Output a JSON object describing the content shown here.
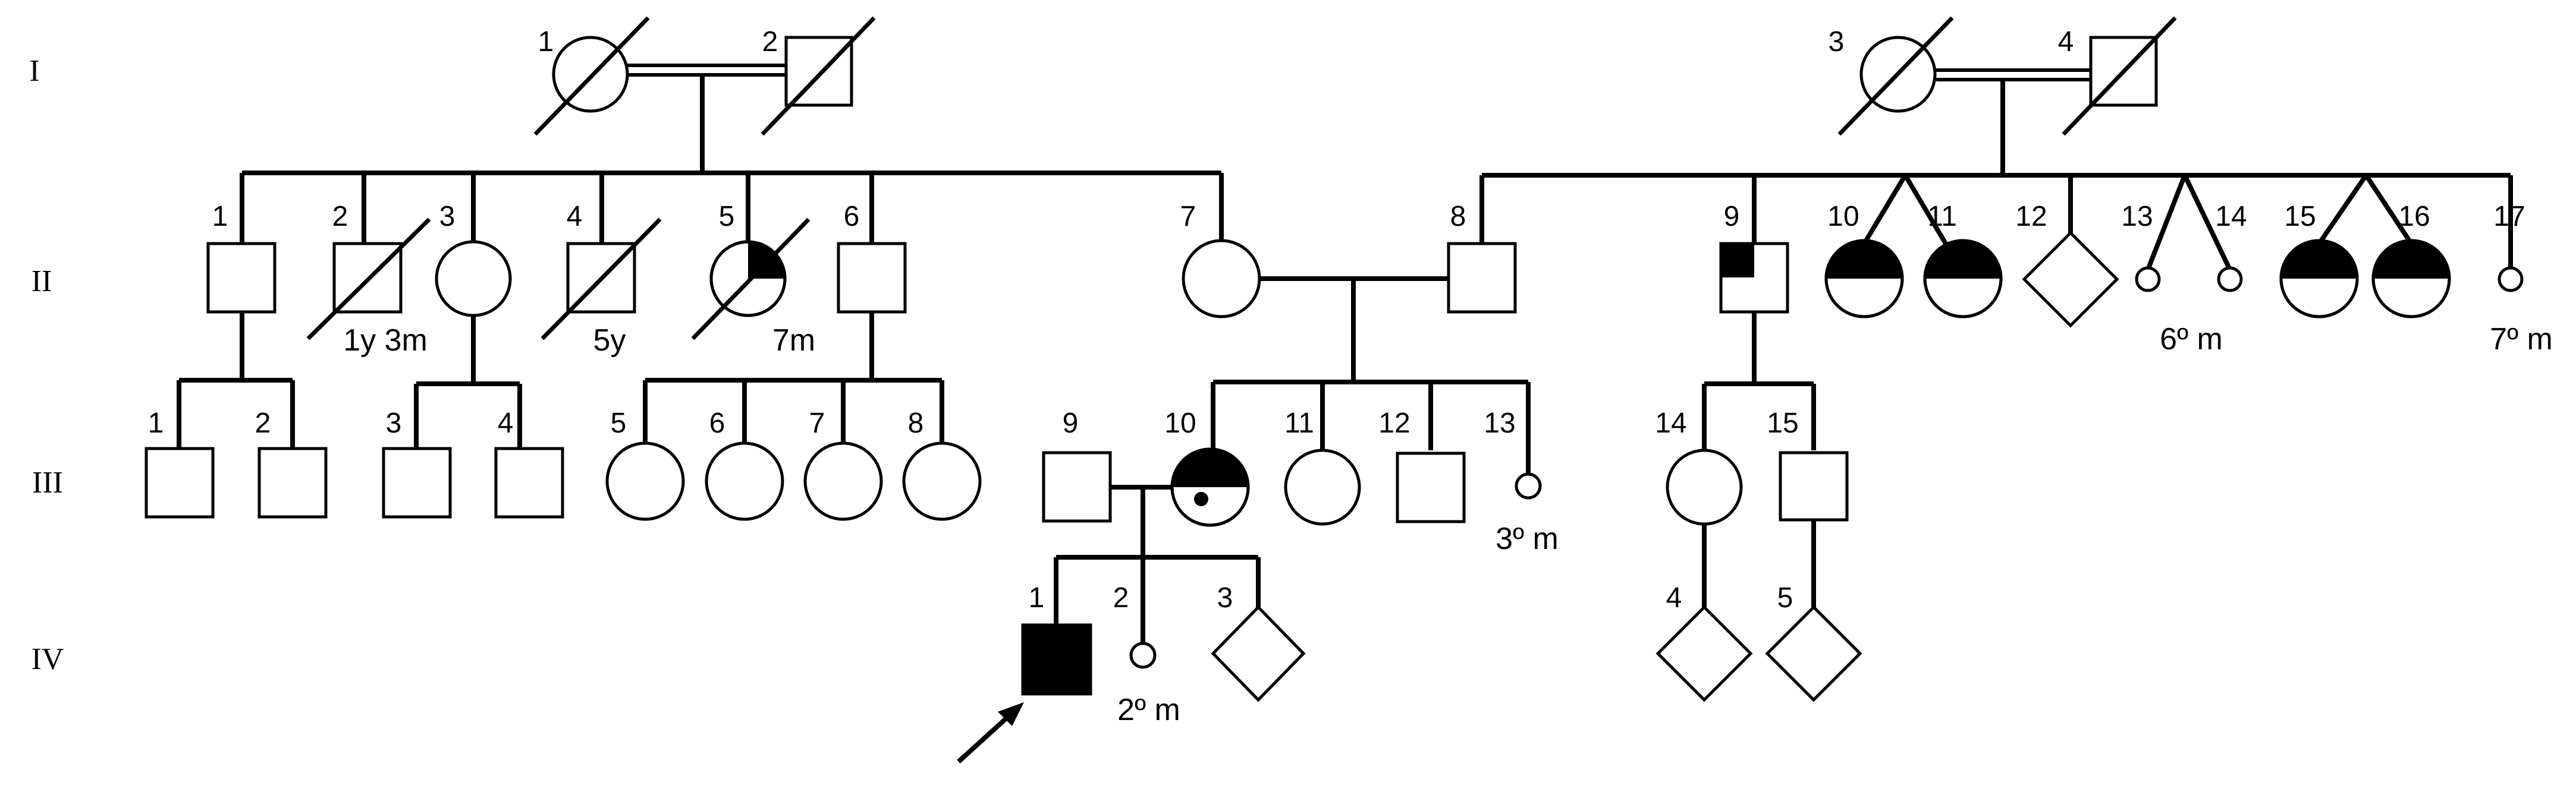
{
  "generations": [
    "I",
    "II",
    "III",
    "IV"
  ],
  "individuals": {
    "I-1": {
      "number": "1",
      "sex": "female",
      "deceased": true
    },
    "I-2": {
      "number": "2",
      "sex": "male",
      "deceased": true
    },
    "I-3": {
      "number": "3",
      "sex": "female",
      "deceased": true
    },
    "I-4": {
      "number": "4",
      "sex": "male",
      "deceased": true
    },
    "II-1": {
      "number": "1",
      "sex": "male"
    },
    "II-2": {
      "number": "2",
      "sex": "male",
      "deceased": true,
      "note": "1y 3m"
    },
    "II-3": {
      "number": "3",
      "sex": "female"
    },
    "II-4": {
      "number": "4",
      "sex": "male",
      "deceased": true,
      "note": "5y"
    },
    "II-5": {
      "number": "5",
      "sex": "female",
      "deceased": true,
      "shading": "upper-right quarter",
      "note": "7m"
    },
    "II-6": {
      "number": "6",
      "sex": "male"
    },
    "II-7": {
      "number": "7",
      "sex": "female"
    },
    "II-8": {
      "number": "8",
      "sex": "male"
    },
    "II-9": {
      "number": "9",
      "sex": "male",
      "shading": "upper-left quarter"
    },
    "II-10": {
      "number": "10",
      "sex": "female",
      "shading": "upper half"
    },
    "II-11": {
      "number": "11",
      "sex": "female",
      "shading": "upper half"
    },
    "II-12": {
      "number": "12",
      "sex": "unknown"
    },
    "II-13": {
      "number": "13",
      "sex": "pregnancy loss"
    },
    "II-14": {
      "number": "14",
      "sex": "pregnancy loss",
      "note": "6º m"
    },
    "II-15": {
      "number": "15",
      "sex": "female",
      "shading": "upper half"
    },
    "II-16": {
      "number": "16",
      "sex": "female",
      "shading": "upper half"
    },
    "II-17": {
      "number": "17",
      "sex": "pregnancy loss",
      "note": "7º m"
    },
    "III-1": {
      "number": "1",
      "sex": "male"
    },
    "III-2": {
      "number": "2",
      "sex": "male"
    },
    "III-3": {
      "number": "3",
      "sex": "male"
    },
    "III-4": {
      "number": "4",
      "sex": "male"
    },
    "III-5": {
      "number": "5",
      "sex": "female"
    },
    "III-6": {
      "number": "6",
      "sex": "female"
    },
    "III-7": {
      "number": "7",
      "sex": "female"
    },
    "III-8": {
      "number": "8",
      "sex": "female"
    },
    "III-9": {
      "number": "9",
      "sex": "male"
    },
    "III-10": {
      "number": "10",
      "sex": "female",
      "shading": "upper half with central dot"
    },
    "III-11": {
      "number": "11",
      "sex": "female"
    },
    "III-12": {
      "number": "12",
      "sex": "male"
    },
    "III-13": {
      "number": "13",
      "sex": "pregnancy loss",
      "note": "3º m"
    },
    "III-14": {
      "number": "14",
      "sex": "female"
    },
    "III-15": {
      "number": "15",
      "sex": "male"
    },
    "IV-1": {
      "number": "1",
      "sex": "male",
      "shading": "full",
      "proband": true
    },
    "IV-2": {
      "number": "2",
      "sex": "pregnancy loss",
      "note": "2º m"
    },
    "IV-3": {
      "number": "3",
      "sex": "unknown"
    },
    "IV-4": {
      "number": "4",
      "sex": "unknown"
    },
    "IV-5": {
      "number": "5",
      "sex": "unknown"
    }
  }
}
